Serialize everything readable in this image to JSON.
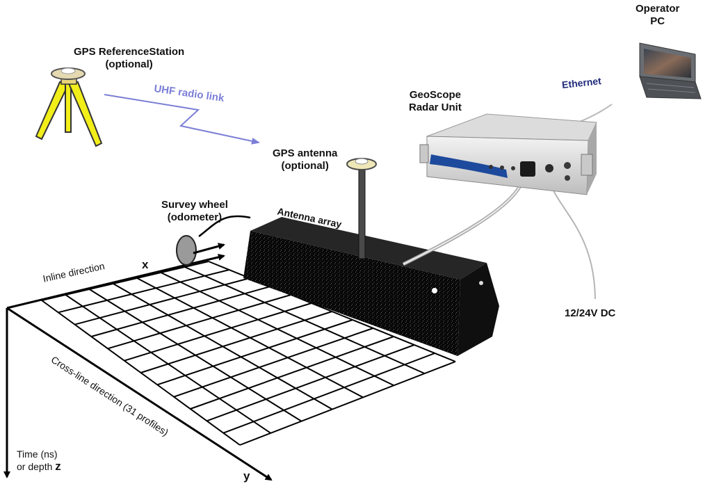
{
  "labels": {
    "gps_reference": {
      "line1": "GPS ReferenceStation",
      "line2": "(optional)"
    },
    "uhf_link": "UHF radio link",
    "gps_antenna": {
      "line1": "GPS antenna",
      "line2": "(optional)"
    },
    "radar_unit": {
      "line1": "GeoScope",
      "line2": "Radar Unit"
    },
    "operator_pc": {
      "line1": "Operator",
      "line2": "PC"
    },
    "ethernet": "Ethernet",
    "survey_wheel": {
      "line1": "Survey wheel",
      "line2": "(odometer)"
    },
    "antenna_array": "Antenna array",
    "x_axis": "x",
    "y_axis": "y",
    "inline_direction": "Inline direction",
    "crossline_direction": "Cross-line direction (31 profiles)",
    "time_axis": {
      "line1": "Time (ns)",
      "line2": "or depth",
      "symbol": "z"
    },
    "power": "12/24V DC"
  },
  "colors": {
    "uhf_link": "#7b7fd6",
    "ethernet": "#1f2a7a",
    "tripod": "#f2ee1a",
    "radar_stripe": "#1d4a9c",
    "array": "#0a0a0a"
  }
}
